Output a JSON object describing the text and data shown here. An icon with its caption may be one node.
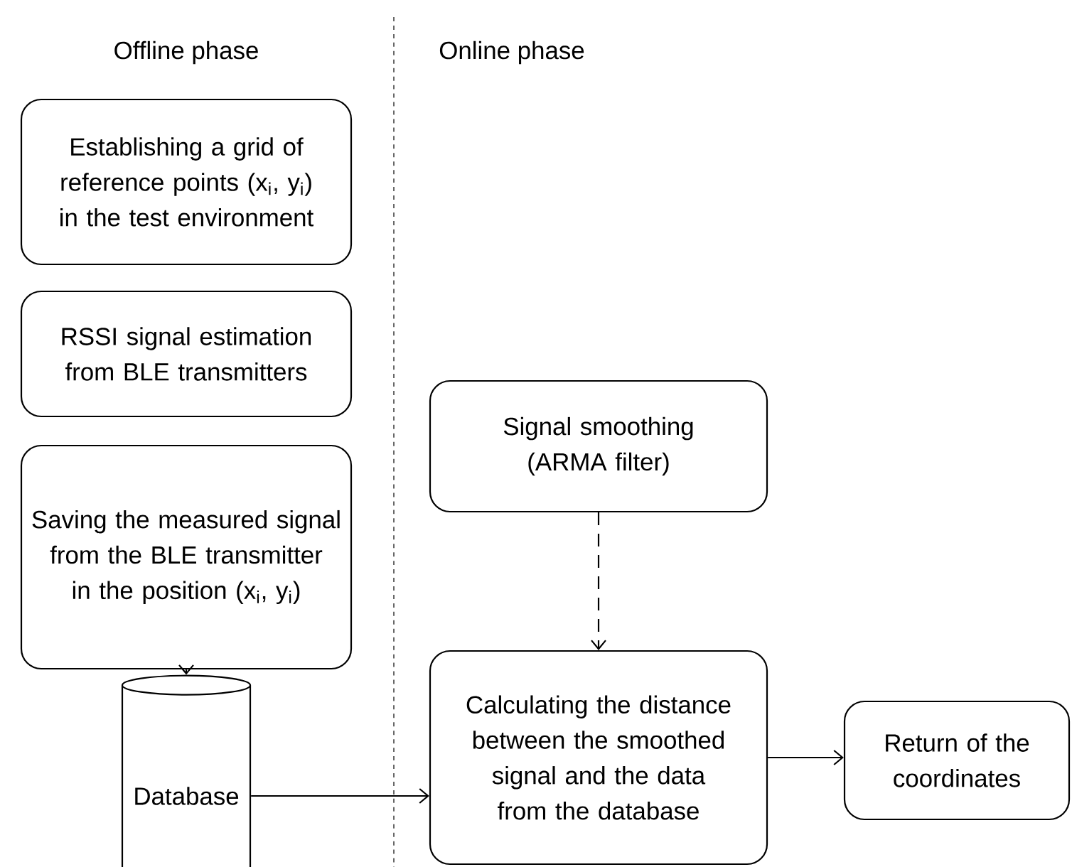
{
  "diagram": {
    "nodes": [
      {
        "text": [
          "Establishing a grid of reference points (x$_{i}$, y$_{i}$) in the test environment"
        ]
      },
      {
        "text": [
          "RSSI signal estimation from BLE transmitters"
        ]
      },
      {
        "text": [
          "Saving the measured signal from the BLE transmitter in the position (x$_{i}$, y$_{i}$)"
        ]
      },
      {
        "text": [
          "Database"
        ]
      },
      {
        "text": [
          "Signal smoothing (ARMA filter)"
        ]
      },
      {
        "text": [
          "Calculating the distance between the smoothed signal and the data from the database"
        ]
      },
      {
        "text": [
          "Return of the coordinates"
        ]
      }
    ],
    "edges": [
      {
        "from": 2,
        "to": 3,
        "arrow": "to"
      },
      {
        "from": 3,
        "to": 5,
        "arrow": "to"
      },
      {
        "from": 4,
        "to": 5,
        "arrow": "to",
        "style": "dashed"
      },
      {
        "from": 5,
        "to": 6,
        "arrow": "to"
      }
    ],
    "labels": [
      "Offline phase",
      "Online phase"
    ]
  }
}
